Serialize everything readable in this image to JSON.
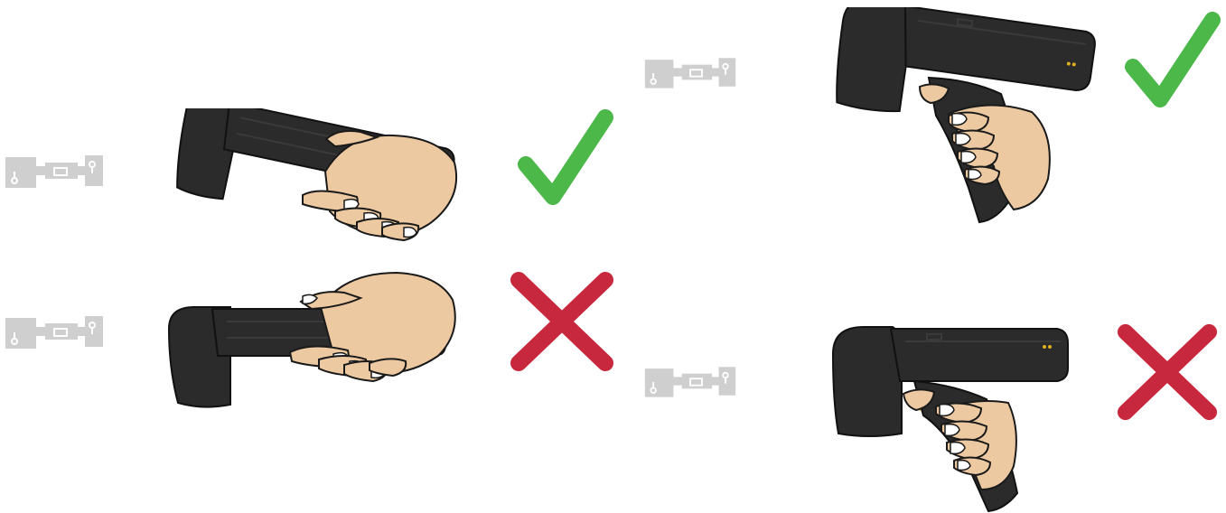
{
  "colors": {
    "device": "#2b2b2b",
    "device_edge": "#111111",
    "device_highlight": "#3a3a3a",
    "skin": "#edc9a1",
    "skin_outline": "#1a1a1a",
    "nail": "#ffffff",
    "trigger": "#e0b020",
    "tag": "#cfcfcf",
    "tag_detail": "#ffffff",
    "correct": "#4cb84a",
    "incorrect": "#c8283d"
  },
  "panels": [
    {
      "name": "wand-held-tilted",
      "device": "wand-reader",
      "grip": "tilted",
      "verdict": "correct"
    },
    {
      "name": "wand-held-flat",
      "device": "wand-reader",
      "grip": "flat",
      "verdict": "incorrect"
    },
    {
      "name": "pistol-held-tilted",
      "device": "pistol-reader",
      "grip": "tilted",
      "verdict": "correct"
    },
    {
      "name": "pistol-held-flat",
      "device": "pistol-reader",
      "grip": "flat",
      "verdict": "incorrect"
    }
  ],
  "icons": {
    "tag": "rfid-tag-icon",
    "correct": "check-mark-icon",
    "incorrect": "cross-mark-icon"
  }
}
